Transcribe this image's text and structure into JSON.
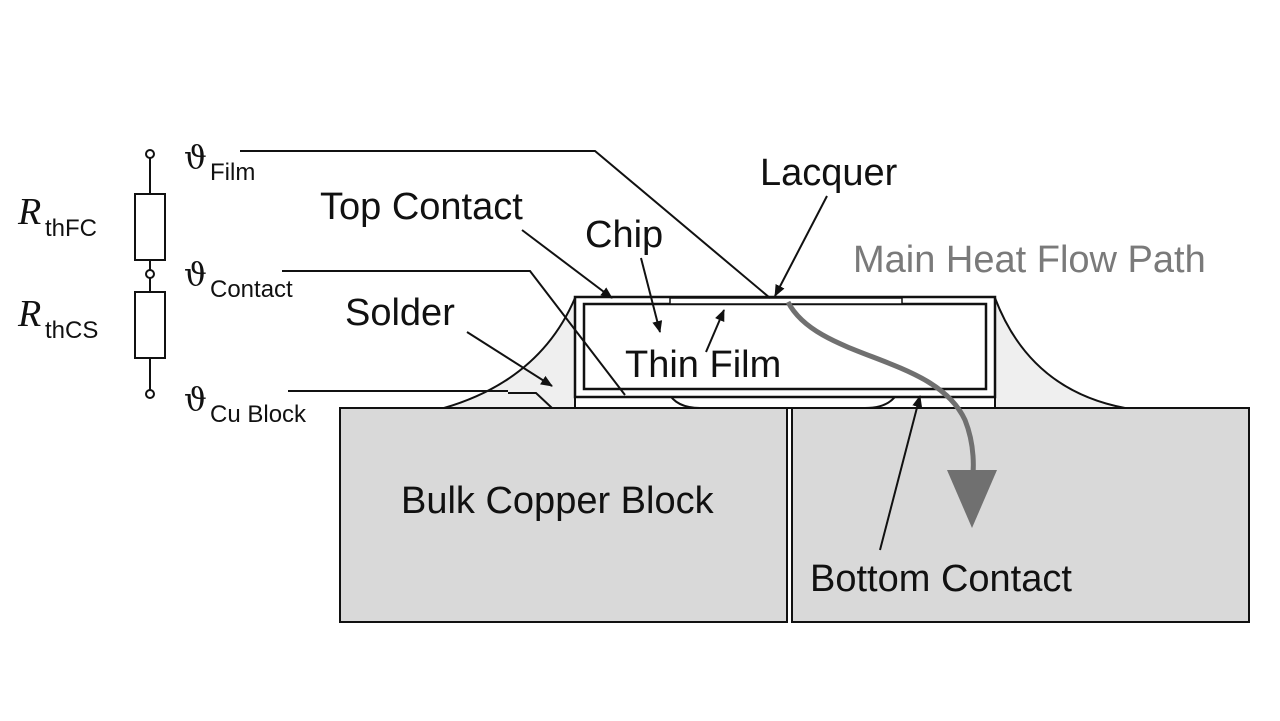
{
  "labels": {
    "lacquer": "Lacquer",
    "top_contact": "Top Contact",
    "chip": "Chip",
    "main_heat_flow_path": "Main Heat Flow Path",
    "solder": "Solder",
    "thin_film": "Thin Film",
    "bulk_copper_block": "Bulk Copper Block",
    "bottom_contact": "Bottom Contact"
  },
  "circuit": {
    "theta_symbol": "ϑ",
    "theta_film_sub": "Film",
    "theta_contact_sub": "Contact",
    "theta_cu_sub": "Cu Block",
    "r_symbol": "R",
    "r_thfc_sub": "thFC",
    "r_thcs_sub": "thCS"
  },
  "colors": {
    "copper_fill": "#d9d9d9",
    "solder_fill": "#efefef",
    "line": "#111111",
    "heat_arrow": "#707070"
  }
}
